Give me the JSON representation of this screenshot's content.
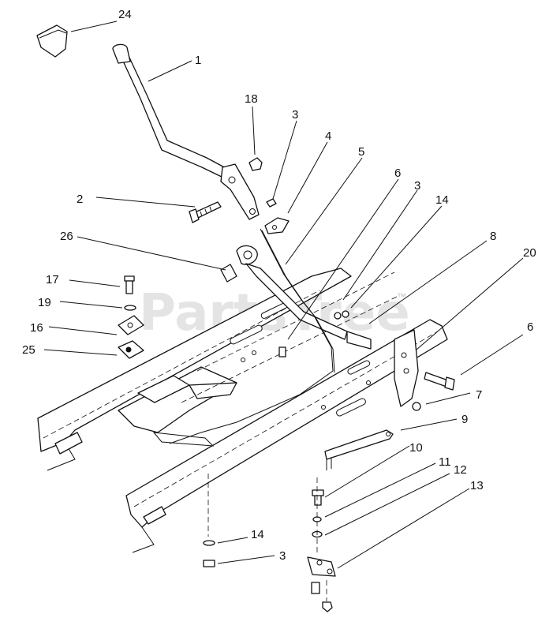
{
  "watermark": "PartsTree",
  "watermark_mark": "™",
  "callouts": {
    "c24": "24",
    "c1": "1",
    "c18": "18",
    "c3a": "3",
    "c4": "4",
    "c5": "5",
    "c6a": "6",
    "c3b": "3",
    "c14a": "14",
    "c2": "2",
    "c26": "26",
    "c8": "8",
    "c20": "20",
    "c17": "17",
    "c19": "19",
    "c16": "16",
    "c25": "25",
    "c6b": "6",
    "c7": "7",
    "c9": "9",
    "c10": "10",
    "c11": "11",
    "c12": "12",
    "c13": "13",
    "c14b": "14",
    "c3c": "3"
  }
}
